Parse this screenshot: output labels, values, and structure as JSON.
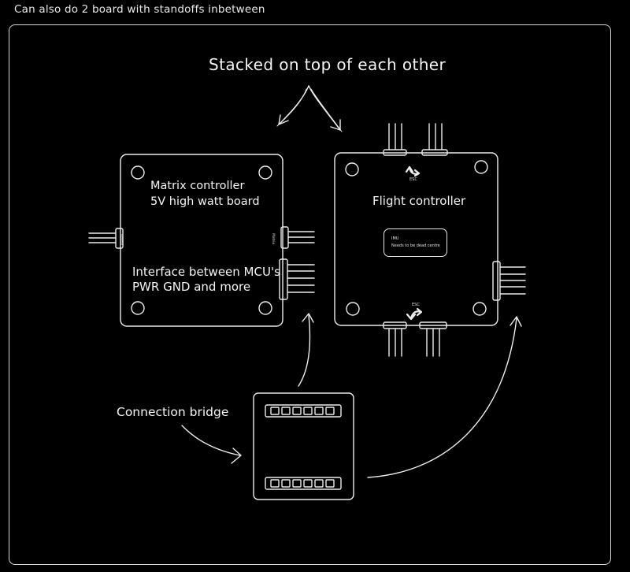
{
  "caption": "Can also do 2 board with standoffs inbetween",
  "title": "Stacked on top of each other",
  "matrix_board": {
    "line1": "Matrix controller",
    "line2": "5V high watt board",
    "interface_line1": "Interface between MCU's",
    "interface_line2": "PWR GND and more",
    "pin_label_left": "Matrix",
    "pin_label_right": "Matrix"
  },
  "flight_board": {
    "label": "Flight controller",
    "imu_title": "IMU",
    "imu_note": "Needs to be dead centre",
    "esc_top": "ESC",
    "esc_bottom": "ESC"
  },
  "bridge": {
    "label": "Connection bridge"
  }
}
